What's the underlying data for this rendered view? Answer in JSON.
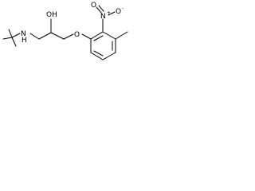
{
  "molecule": {
    "atoms": {
      "amine_nitrogen": "N",
      "amine_hydrogen": "H",
      "hydroxyl": "OH",
      "ether_oxygen": "O",
      "nitro_nitrogen": "N",
      "nitro_oxygen_top": "O",
      "nitro_oxygen_right": "O",
      "nitro_plus": "+",
      "nitro_minus": "-"
    },
    "colors": {
      "line": "#000000",
      "background": "#ffffff"
    }
  }
}
